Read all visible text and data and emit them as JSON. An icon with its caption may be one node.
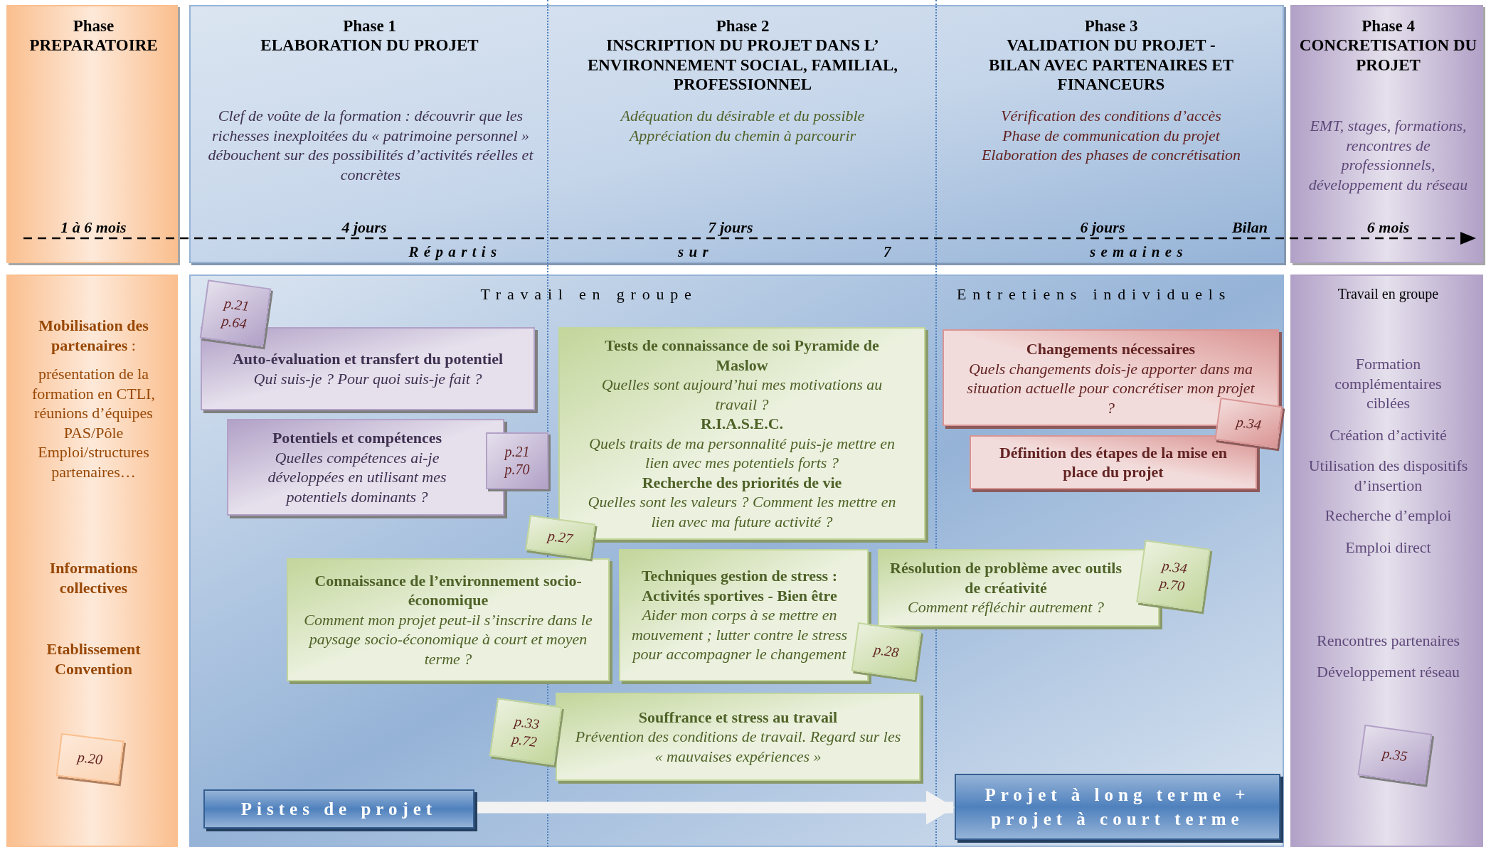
{
  "diagram": {
    "nodes": [
      {
        "text": [
          "Phase",
          "PREPARATOIRE",
          "1 à 6 mois"
        ]
      },
      {
        "text": [
          "Répartis",
          "sur",
          "7",
          "semaines"
        ]
      },
      {
        "text": [
          "Phase 1",
          "ELABORATION DU PROJET",
          "Clef de voûte de la formation : découvrir que les richesses inexploitées du « patrimoine personnel » débouchent sur des possibilités d’activités réelles et concrètes",
          "4 jours"
        ],
        "in": 1
      },
      {
        "text": [
          "Phase 2",
          "INSCRIPTION DU PROJET DANS L’ ENVIRONNEMENT SOCIAL, FAMILIAL, PROFESSIONNEL",
          "Adéquation du désirable et du possible",
          "Appréciation du chemin à parcourir",
          "7 jours"
        ],
        "in": 1
      },
      {
        "text": [
          "Phase 3",
          "VALIDATION DU PROJET - BILAN AVEC PARTENAIRES ET FINANCEURS",
          "Vérification des conditions d’accès",
          "Phase de communication du projet",
          "Elaboration des phases de concrétisation",
          "6 jours",
          "Bilan"
        ],
        "in": 1
      },
      {
        "text": [
          "Phase 4",
          "CONCRETISATION DU PROJET",
          "EMT, stages, formations, rencontres de professionnels, développement du réseau",
          "6 mois"
        ]
      },
      {
        "text": [
          "**Mobilisation des partenaires** :",
          "présentation de la formation en CTLI, réunions d’équipes PAS/Pôle Emploi/structures partenaires…",
          "Informations collectives",
          "Etablissement Convention"
        ]
      },
      {
        "text": [
          "p.20"
        ],
        "in": 6
      },
      {
        "text": [
          "Travail en groupe",
          "Entretiens individuels"
        ]
      },
      {
        "text": [
          "p.21 p.64"
        ],
        "in": 8
      },
      {
        "text": [
          "Auto-évaluation et transfert du potentiel",
          "Qui suis-je ? Pour quoi suis-je fait ?"
        ],
        "in": 8
      },
      {
        "text": [
          "Potentiels et compétences",
          "Quelles compétences ai-je développées en utilisant mes potentiels dominants ?"
        ],
        "in": 8
      },
      {
        "text": [
          "p.21 p.70"
        ],
        "in": 8
      },
      {
        "text": [
          "Tests de connaissance de soi Pyramide de Maslow",
          "Quelles sont aujourd’hui mes motivations au travail ?",
          "R.I.A.S.E.C.",
          "Quels traits de ma personnalité puis-je mettre en lien avec mes potentiels forts ?",
          "Recherche des priorités de vie",
          "Quelles sont les valeurs ? Comment les mettre en lien avec ma future activité ?"
        ],
        "in": 8
      },
      {
        "text": [
          "Changements nécessaires",
          "Quels changements dois-je apporter dans ma situation actuelle pour concrétiser mon projet ?"
        ],
        "in": 8
      },
      {
        "text": [
          "p.34"
        ],
        "in": 8
      },
      {
        "text": [
          "Définition des étapes de la mise en place du projet"
        ],
        "in": 8
      },
      {
        "text": [
          "p.27"
        ],
        "in": 8
      },
      {
        "text": [
          "Connaissance de l’environnement socio-économique",
          "Comment mon projet peut-il s’inscrire dans le paysage socio-économique à court et moyen terme ?"
        ],
        "in": 8
      },
      {
        "text": [
          "Techniques gestion de stress : Activités sportives - Bien être",
          "Aider mon corps à se mettre en mouvement ; lutter contre le stress pour accompagner le changement"
        ],
        "in": 8
      },
      {
        "text": [
          "Résolution  de problème avec outils de créativité",
          "Comment réfléchir autrement ?"
        ],
        "in": 8
      },
      {
        "text": [
          "p.34 p.70"
        ],
        "in": 8
      },
      {
        "text": [
          "p.28"
        ],
        "in": 8
      },
      {
        "text": [
          "p.33 p.72"
        ],
        "in": 8
      },
      {
        "text": [
          "Souffrance et stress au travail",
          "Prévention des conditions de travail. Regard sur les « mauvaises expériences »"
        ],
        "in": 8
      },
      {
        "text": [
          "Pistes de projet"
        ],
        "in": 8
      },
      {
        "text": [
          "Projet à long terme + projet à court terme"
        ],
        "in": 8
      },
      {
        "text": [
          "Travail en groupe",
          "Formation complémentaires ciblées",
          "Création d’activité",
          "Utilisation des dispositifs d’insertion",
          "Recherche d’emploi",
          "Emploi direct",
          "Rencontres partenaires",
          "Développement réseau"
        ]
      },
      {
        "text": [
          "p.35"
        ],
        "in": 27
      }
    ],
    "edges": [
      {
        "from": 0,
        "to": 5,
        "arrow": "to",
        "style": "dashed",
        "color": "#000000"
      },
      {
        "from": 25,
        "to": 26,
        "arrow": "to",
        "style": "thick",
        "color": "#f2f2f2"
      }
    ]
  }
}
